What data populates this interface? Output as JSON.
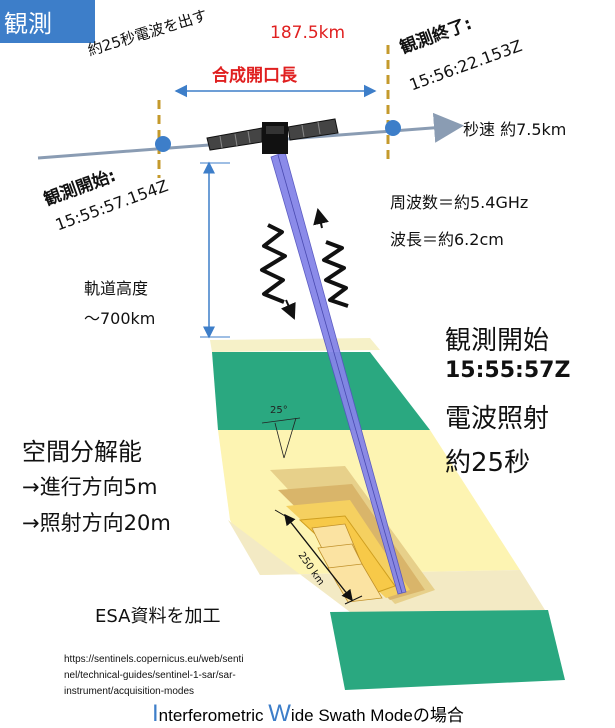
{
  "title": "観測",
  "distance_label": "187.5km",
  "synthetic_aperture_label": "合成開口長",
  "radio_emission_label": "約25秒電波を出す",
  "observation_end_label": "観測終了:",
  "observation_end_time": "15:56:22.153Z",
  "observation_start_label": "観測開始:",
  "observation_start_time": "15:55:57.154Z",
  "speed_label": "秒速 約7.5km",
  "frequency_label": "周波数＝約5.4GHz",
  "wavelength_label": "波長＝約6.2cm",
  "orbit_height_label": "軌道高度",
  "orbit_height_value": "～700km",
  "summary": {
    "line1": "観測開始",
    "line2": "15:55:57Z",
    "line3": "電波照射",
    "line4": "約25秒"
  },
  "resolution": {
    "title": "空間分解能",
    "along_track": "→進行方向5m",
    "range": "→照射方向20m"
  },
  "angle_label": "25°",
  "swath_width_label": "250 km",
  "esa_credit": "ESA資料を加工",
  "source_url": "https://sentinels.copernicus.eu/web/sentinel/technical-guides/sentinel-1-sar/sar-instrument/acquisition-modes",
  "source_url_lines": [
    "https://sentinels.copernicus.eu/web/senti",
    "nel/technical-guides/sentinel-1-sar/sar-",
    "instrument/acquisition-modes"
  ],
  "footer": {
    "cap1": "I",
    "part1": "nterferometric ",
    "cap2": "W",
    "part2": "ide Swath Modeの場合"
  },
  "colors": {
    "accent_blue": "#3d7ec9",
    "orbit_gray": "#8a9cb3",
    "marker_orange": "#c49a2c",
    "label_red": "#e02020",
    "ground_green": "#2aa880",
    "beam_purple": "#8585e8",
    "swath_yellow": "#fdf4b2"
  }
}
